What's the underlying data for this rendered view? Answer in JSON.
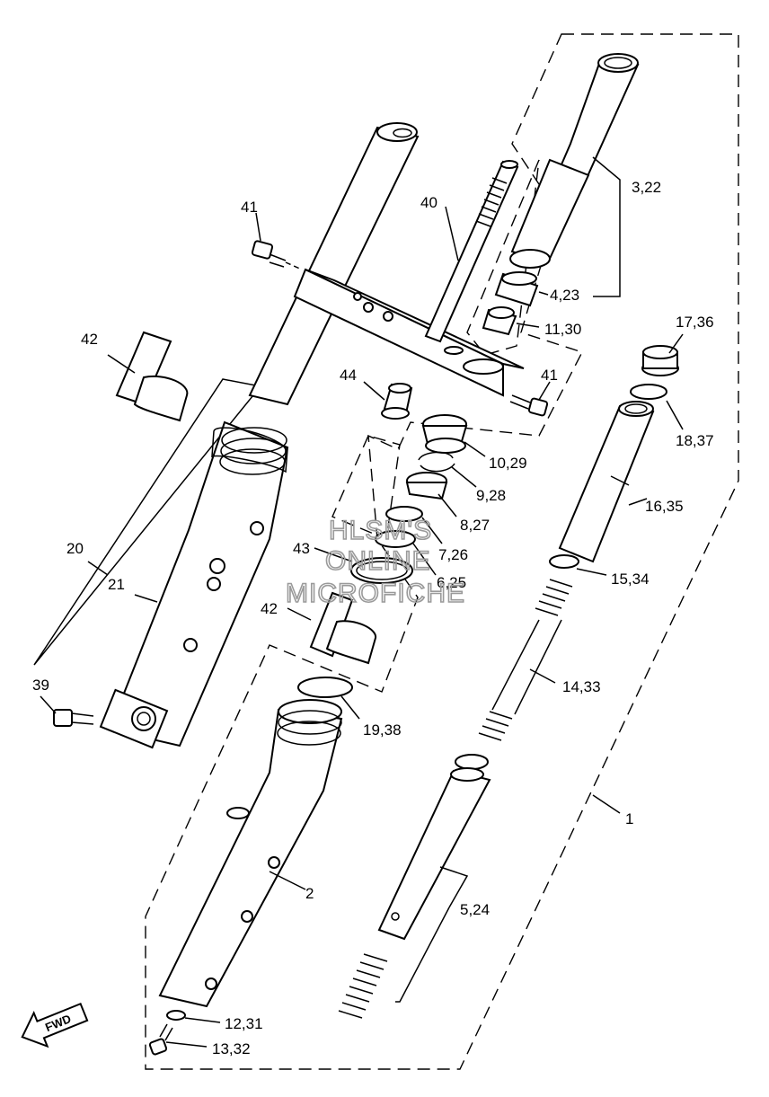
{
  "diagram": {
    "callouts": {
      "p3_22": "3,22",
      "p40": "40",
      "p41_left": "41",
      "p4_23": "4,23",
      "p11_30": "11,30",
      "p17_36": "17,36",
      "p42_top": "42",
      "p44": "44",
      "p41_right": "41",
      "p18_37": "18,37",
      "p10_29": "10,29",
      "p9_28": "9,28",
      "p16_35": "16,35",
      "p8_27": "8,27",
      "p7_26": "7,26",
      "p43": "43",
      "p20": "20",
      "p6_25": "6,25",
      "p15_34": "15,34",
      "p21": "21",
      "p42_mid": "42",
      "p14_33": "14,33",
      "p39": "39",
      "p19_38": "19,38",
      "p1": "1",
      "p2": "2",
      "p5_24": "5,24",
      "p12_31": "12,31",
      "p13_32": "13,32"
    },
    "watermark": [
      "HLSM'S",
      "ONLINE",
      "MICROFICHE"
    ],
    "direction_arrow": "FWD"
  }
}
